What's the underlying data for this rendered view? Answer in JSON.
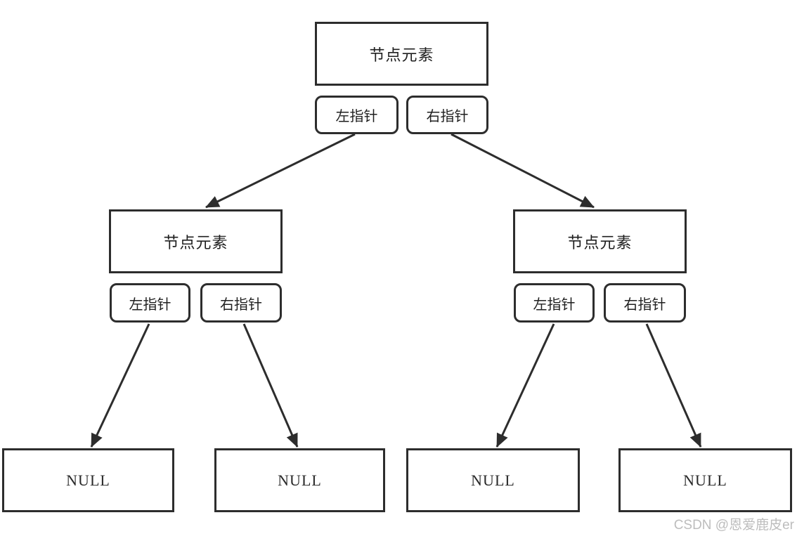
{
  "colors": {
    "background": "#ffffff",
    "line": "#2d2d2d",
    "text": "#1f1f1f",
    "watermark": "#bdbdbd"
  },
  "tree": {
    "root": {
      "label": "节点元素",
      "left_pointer": "左指针",
      "right_pointer": "右指针"
    },
    "left_child": {
      "label": "节点元素",
      "left_pointer": "左指针",
      "right_pointer": "右指针"
    },
    "right_child": {
      "label": "节点元素",
      "left_pointer": "左指针",
      "right_pointer": "右指针"
    },
    "null_labels": [
      "NULL",
      "NULL",
      "NULL",
      "NULL"
    ]
  },
  "watermark": {
    "text": "CSDN @恩爱鹿皮er"
  }
}
